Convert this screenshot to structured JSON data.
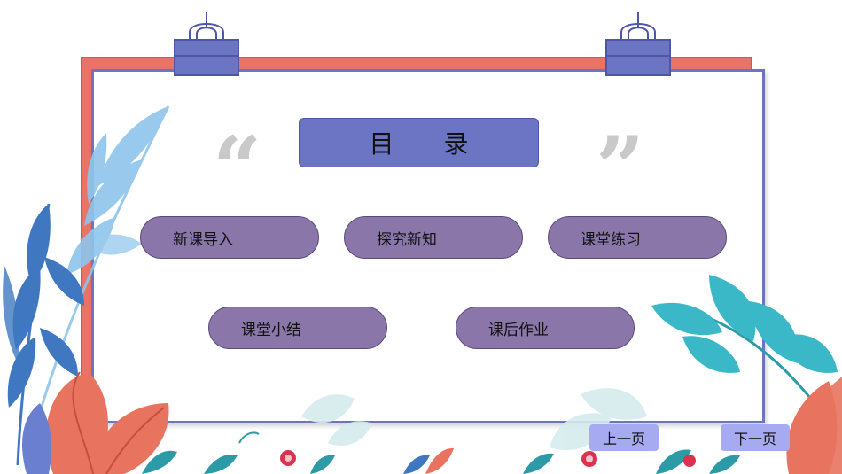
{
  "slide": {
    "title": "目录",
    "quote_open": "“",
    "quote_close": "”"
  },
  "menu": {
    "items": [
      {
        "label": "新课导入"
      },
      {
        "label": "探究新知"
      },
      {
        "label": "课堂练习"
      },
      {
        "label": "课堂小结"
      },
      {
        "label": "课后作业"
      }
    ]
  },
  "nav": {
    "prev_label": "上一页",
    "next_label": "下一页"
  },
  "colors": {
    "frame_outer": "#ea7366",
    "frame_border": "#6c74c4",
    "title_box": "#6c74c4",
    "pill": "#8b76aa",
    "nav_button": "#a6aaf0",
    "leaf_blue": "#6c9fd6",
    "leaf_teal": "#3bb8c8",
    "leaf_coral": "#e8735f"
  },
  "icons": {
    "clips": "binder-clip-icon",
    "decoration": "plant-leaves"
  }
}
